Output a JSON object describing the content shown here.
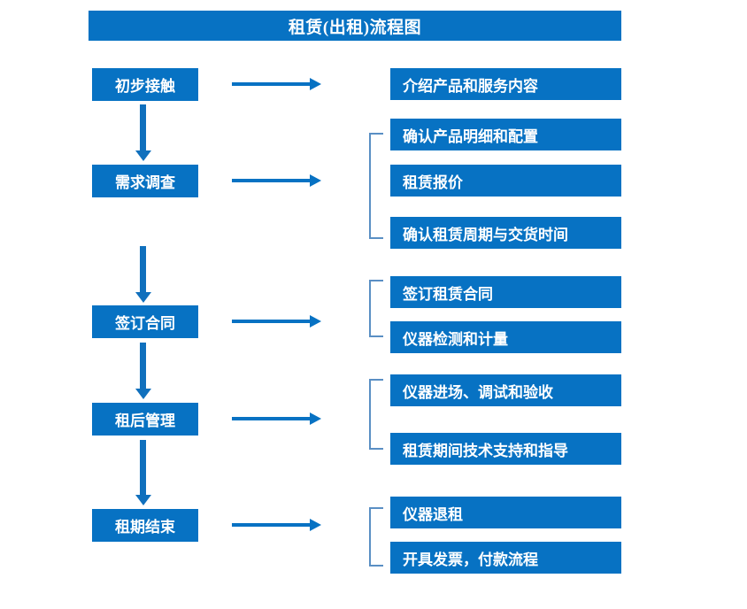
{
  "title": "租赁(出租)流程图",
  "theme": {
    "accent": "#0772c3",
    "arrow": "#1070bd",
    "bracket": "#5a8fc4",
    "text_on_accent": "#ffffff",
    "background": "#ffffff"
  },
  "stages": [
    {
      "label": "初步接触"
    },
    {
      "label": "需求调查"
    },
    {
      "label": "签订合同"
    },
    {
      "label": "租后管理"
    },
    {
      "label": "租期结束"
    }
  ],
  "details": [
    {
      "label": "介绍产品和服务内容"
    },
    {
      "label": "确认产品明细和配置"
    },
    {
      "label": "租赁报价"
    },
    {
      "label": "确认租赁周期与交货时间"
    },
    {
      "label": "签订租赁合同"
    },
    {
      "label": "仪器检测和计量"
    },
    {
      "label": "仪器进场、调试和验收"
    },
    {
      "label": "租赁期间技术支持和指导"
    },
    {
      "label": "仪器退租"
    },
    {
      "label": "开具发票，付款流程"
    }
  ]
}
